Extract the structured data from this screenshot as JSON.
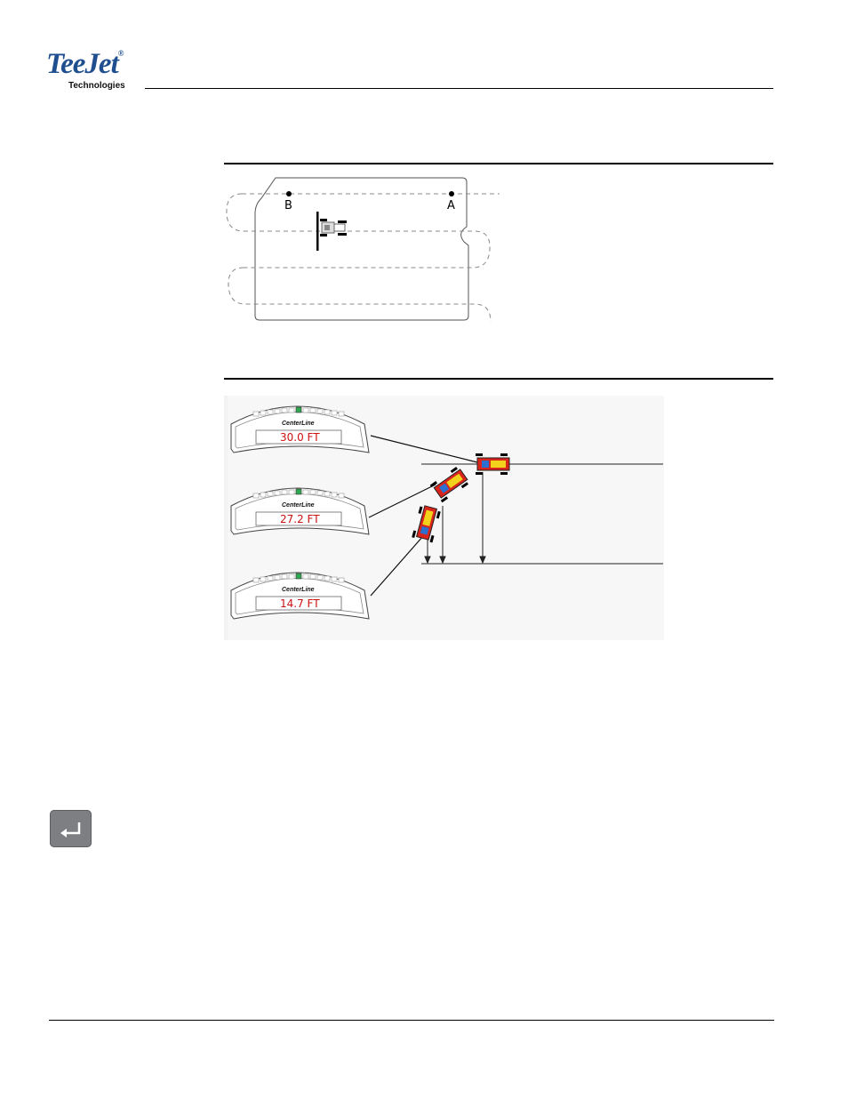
{
  "header": {
    "logo_text": "TeeJet",
    "logo_mark": "®",
    "logo_sub": "Technologies"
  },
  "figure1": {
    "point_b_label": "B",
    "point_a_label": "A"
  },
  "figure2": {
    "brand_label": "CenterLine",
    "displays": [
      {
        "value": "30.0 FT"
      },
      {
        "value": "27.2 FT"
      },
      {
        "value": "14.7 FT"
      }
    ]
  },
  "icons": {
    "enter_key": "enter-key-icon"
  },
  "colors": {
    "brand_blue": "#1f4f8f",
    "tractor_red": "#d9241b",
    "tractor_yellow": "#f2d21b",
    "tractor_blue": "#2c6fd0",
    "display_text_red": "#cc1111",
    "key_gray": "#7d7f82"
  }
}
